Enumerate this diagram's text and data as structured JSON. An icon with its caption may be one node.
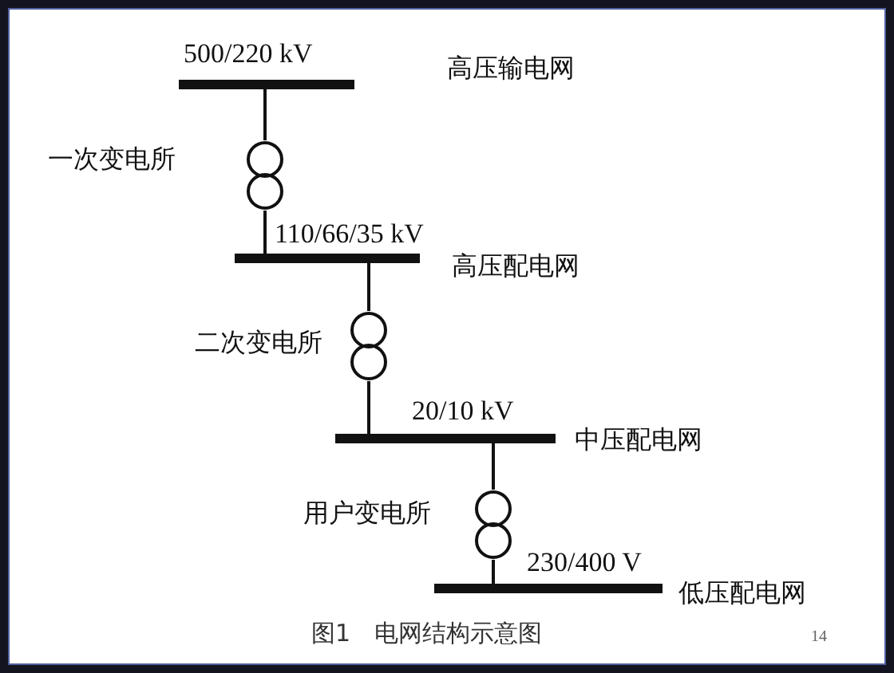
{
  "diagram": {
    "caption": "图1　电网结构示意图",
    "nodes": [
      {
        "text": [],
        "shape": "bar",
        "beside": [
          "500/220 kV",
          "高压输电网"
        ]
      },
      {
        "text": [],
        "shape": "circle",
        "beside": [
          "一次变电所"
        ]
      },
      {
        "text": [],
        "shape": "bar",
        "beside": [
          "110/66/35 kV",
          "高压配电网"
        ]
      },
      {
        "text": [],
        "shape": "circle",
        "beside": [
          "二次变电所"
        ]
      },
      {
        "text": [],
        "shape": "bar",
        "beside": [
          "20/10 kV",
          "中压配电网"
        ]
      },
      {
        "text": [],
        "shape": "circle",
        "beside": [
          "用户变电所"
        ]
      },
      {
        "text": [],
        "shape": "bar",
        "beside": [
          "230/400 V",
          "低压配电网"
        ]
      }
    ],
    "edges": [
      {
        "from": 0,
        "to": 1,
        "arrow": "none"
      },
      {
        "from": 1,
        "to": 2,
        "arrow": "none"
      },
      {
        "from": 2,
        "to": 3,
        "arrow": "none"
      },
      {
        "from": 3,
        "to": 4,
        "arrow": "none"
      },
      {
        "from": 4,
        "to": 5,
        "arrow": "none"
      },
      {
        "from": 5,
        "to": 6,
        "arrow": "none"
      }
    ],
    "labels": [
      "14"
    ]
  }
}
